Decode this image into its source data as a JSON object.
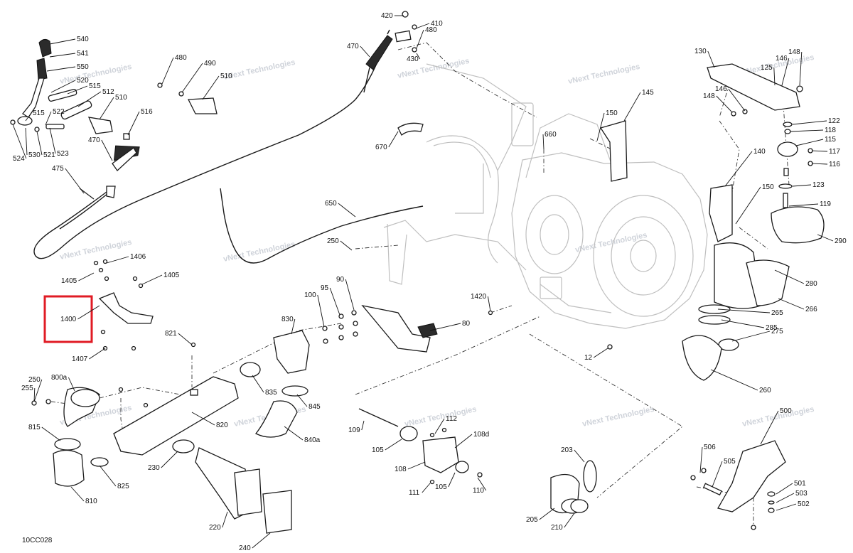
{
  "diagram": {
    "drawing_code": "10CC028",
    "highlight_color": "#e01b24",
    "highlighted_part": "1400",
    "watermark_text": "vNext Technologies",
    "callouts": [
      {
        "id": "540",
        "text": "540"
      },
      {
        "id": "541",
        "text": "541"
      },
      {
        "id": "550",
        "text": "550"
      },
      {
        "id": "520",
        "text": "520"
      },
      {
        "id": "515a",
        "text": "515"
      },
      {
        "id": "512",
        "text": "512"
      },
      {
        "id": "510a",
        "text": "510"
      },
      {
        "id": "515b",
        "text": "515"
      },
      {
        "id": "522",
        "text": "522"
      },
      {
        "id": "516",
        "text": "516"
      },
      {
        "id": "524",
        "text": "524"
      },
      {
        "id": "530",
        "text": "530"
      },
      {
        "id": "521",
        "text": "521"
      },
      {
        "id": "523",
        "text": "523"
      },
      {
        "id": "470a",
        "text": "470"
      },
      {
        "id": "475",
        "text": "475"
      },
      {
        "id": "480a",
        "text": "480"
      },
      {
        "id": "490",
        "text": "490"
      },
      {
        "id": "510b",
        "text": "510"
      },
      {
        "id": "420",
        "text": "420"
      },
      {
        "id": "410",
        "text": "410"
      },
      {
        "id": "480b",
        "text": "480"
      },
      {
        "id": "470b",
        "text": "470"
      },
      {
        "id": "430",
        "text": "430"
      },
      {
        "id": "670",
        "text": "670"
      },
      {
        "id": "660",
        "text": "660"
      },
      {
        "id": "145",
        "text": "145"
      },
      {
        "id": "150a",
        "text": "150"
      },
      {
        "id": "130",
        "text": "130"
      },
      {
        "id": "146a",
        "text": "146"
      },
      {
        "id": "148a",
        "text": "148"
      },
      {
        "id": "125",
        "text": "125"
      },
      {
        "id": "148b",
        "text": "148"
      },
      {
        "id": "146b",
        "text": "146"
      },
      {
        "id": "122",
        "text": "122"
      },
      {
        "id": "118",
        "text": "118"
      },
      {
        "id": "115",
        "text": "115"
      },
      {
        "id": "117",
        "text": "117"
      },
      {
        "id": "116",
        "text": "116"
      },
      {
        "id": "140",
        "text": "140"
      },
      {
        "id": "123",
        "text": "123"
      },
      {
        "id": "150b",
        "text": "150"
      },
      {
        "id": "119",
        "text": "119"
      },
      {
        "id": "290",
        "text": "290"
      },
      {
        "id": "280",
        "text": "280"
      },
      {
        "id": "266",
        "text": "266"
      },
      {
        "id": "265",
        "text": "265"
      },
      {
        "id": "275",
        "text": "275"
      },
      {
        "id": "285",
        "text": "285"
      },
      {
        "id": "260",
        "text": "260"
      },
      {
        "id": "650",
        "text": "650"
      },
      {
        "id": "250a",
        "text": "250"
      },
      {
        "id": "1406",
        "text": "1406"
      },
      {
        "id": "1405a",
        "text": "1405"
      },
      {
        "id": "1405b",
        "text": "1405"
      },
      {
        "id": "1400",
        "text": "1400"
      },
      {
        "id": "1407",
        "text": "1407"
      },
      {
        "id": "100",
        "text": "100"
      },
      {
        "id": "95",
        "text": "95"
      },
      {
        "id": "90",
        "text": "90"
      },
      {
        "id": "80",
        "text": "80"
      },
      {
        "id": "1420",
        "text": "1420"
      },
      {
        "id": "12",
        "text": "12"
      },
      {
        "id": "821",
        "text": "821"
      },
      {
        "id": "830",
        "text": "830"
      },
      {
        "id": "835",
        "text": "835"
      },
      {
        "id": "845",
        "text": "845"
      },
      {
        "id": "840a",
        "text": "840a"
      },
      {
        "id": "820",
        "text": "820"
      },
      {
        "id": "800a",
        "text": "800a"
      },
      {
        "id": "250b",
        "text": "250"
      },
      {
        "id": "255",
        "text": "255"
      },
      {
        "id": "815",
        "text": "815"
      },
      {
        "id": "825",
        "text": "825"
      },
      {
        "id": "810",
        "text": "810"
      },
      {
        "id": "230",
        "text": "230"
      },
      {
        "id": "220",
        "text": "220"
      },
      {
        "id": "240",
        "text": "240"
      },
      {
        "id": "109",
        "text": "109"
      },
      {
        "id": "112",
        "text": "112"
      },
      {
        "id": "105a",
        "text": "105"
      },
      {
        "id": "108d",
        "text": "108d"
      },
      {
        "id": "108",
        "text": "108"
      },
      {
        "id": "105b",
        "text": "105"
      },
      {
        "id": "111",
        "text": "111"
      },
      {
        "id": "110",
        "text": "110"
      },
      {
        "id": "203",
        "text": "203"
      },
      {
        "id": "205",
        "text": "205"
      },
      {
        "id": "210",
        "text": "210"
      },
      {
        "id": "500",
        "text": "500"
      },
      {
        "id": "506",
        "text": "506"
      },
      {
        "id": "505",
        "text": "505"
      },
      {
        "id": "501",
        "text": "501"
      },
      {
        "id": "503",
        "text": "503"
      },
      {
        "id": "502",
        "text": "502"
      }
    ]
  }
}
